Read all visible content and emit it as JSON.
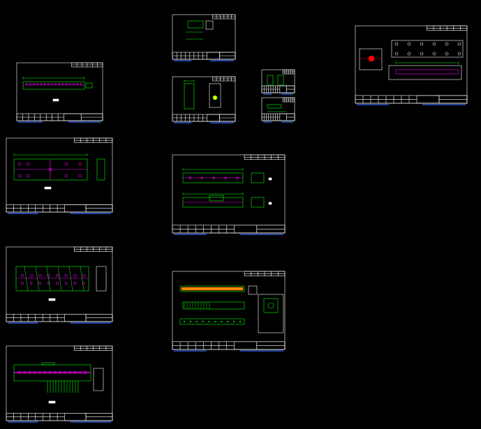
{
  "app": {
    "view": "model-space",
    "background_color": "#000000"
  },
  "colors": {
    "frame": "#ffffff",
    "part": "#00ff00",
    "hole_center": "#ff00ff",
    "titleblock": "#ffffff",
    "accent_blue": "#3a6bff",
    "highlight": "#ff0000",
    "dimension": "#00ffff",
    "fill_yellow": "#ffff00"
  },
  "sheets": [
    {
      "id": "sheet-1",
      "kind": "long-rail"
    },
    {
      "id": "sheet-2",
      "kind": "plate-top"
    },
    {
      "id": "sheet-3",
      "kind": "plate-section"
    },
    {
      "id": "sheet-4",
      "kind": "assembly-section"
    },
    {
      "id": "sheet-5",
      "kind": "small-bracket"
    },
    {
      "id": "sheet-6",
      "kind": "block-detail"
    },
    {
      "id": "sheet-7",
      "kind": "mini-detail-a"
    },
    {
      "id": "sheet-8",
      "kind": "mini-detail-b"
    },
    {
      "id": "sheet-9",
      "kind": "rail-two-views"
    },
    {
      "id": "sheet-10",
      "kind": "rail-three-views"
    },
    {
      "id": "sheet-11",
      "kind": "top-assembly"
    }
  ]
}
